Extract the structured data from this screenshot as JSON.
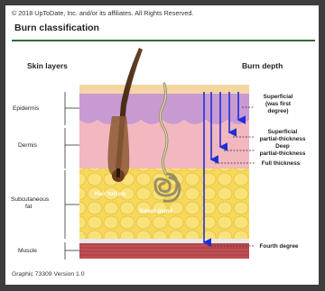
{
  "copyright": "© 2018 UpToDate, Inc. and/or its affiliates. All Rights Reserved.",
  "title": "Burn classification",
  "headings": {
    "left": "Skin layers",
    "right": "Burn depth"
  },
  "layers": {
    "epidermis": "Epidermis",
    "dermis": "Dermis",
    "subcutaneous_1": "Subcutaneous",
    "subcutaneous_2": "fat",
    "muscle": "Muscle"
  },
  "structures": {
    "hair_follicle": "Hair follicle",
    "sweat_gland": "Sweat gland"
  },
  "depths": {
    "superficial_1": "Superficial",
    "superficial_2": "(was first",
    "superficial_3": "degree)",
    "superficial_partial_1": "Superficial",
    "superficial_partial_2": "partial-thickness",
    "deep_partial_1": "Deep",
    "deep_partial_2": "partial-thickness",
    "full_thickness": "Full thickness",
    "fourth_degree": "Fourth degree"
  },
  "footer": "Graphic 73309 Version 1.0",
  "colors": {
    "arrow": "#1f2fd6",
    "title_rule": "#2f6b3a",
    "epidermis": "#c99ad1",
    "dermis": "#f2b7bf",
    "fat": "#f6d85a",
    "muscle": "#b5454a"
  }
}
